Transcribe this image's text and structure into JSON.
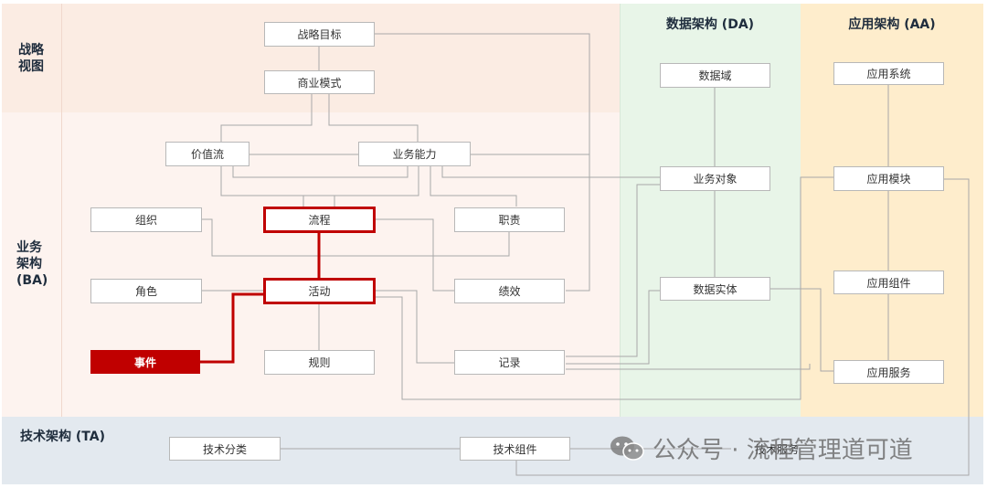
{
  "rows": {
    "strategy": "战略\n视图",
    "business": "业务\n架构\n(BA)",
    "tech": "技术架构 (TA)"
  },
  "columns": {
    "data": "数据架构 (DA)",
    "app": "应用架构 (AA)"
  },
  "nodes": {
    "goal": "战略目标",
    "model": "商业模式",
    "value": "价值流",
    "capability": "业务能力",
    "org": "组织",
    "process": "流程",
    "duty": "职责",
    "role": "角色",
    "activity": "活动",
    "kpi": "绩效",
    "event": "事件",
    "rule": "规则",
    "record": "记录",
    "domain": "数据域",
    "object": "业务对象",
    "entity": "数据实体",
    "app_system": "应用系统",
    "app_module": "应用模块",
    "app_component": "应用组件",
    "app_service": "应用服务",
    "tech_category": "技术分类",
    "tech_component": "技术组件",
    "tech_service": "技术服务"
  },
  "watermark": "公众号 · 流程管理道可道",
  "colors": {
    "highlight": "#c00000",
    "strategy_band": "#fbeee6",
    "business_band": "#fdf2ee",
    "data_band": "#e7f4e7",
    "app_band": "#fdeccb",
    "tech_band": "#e3e9ee"
  }
}
